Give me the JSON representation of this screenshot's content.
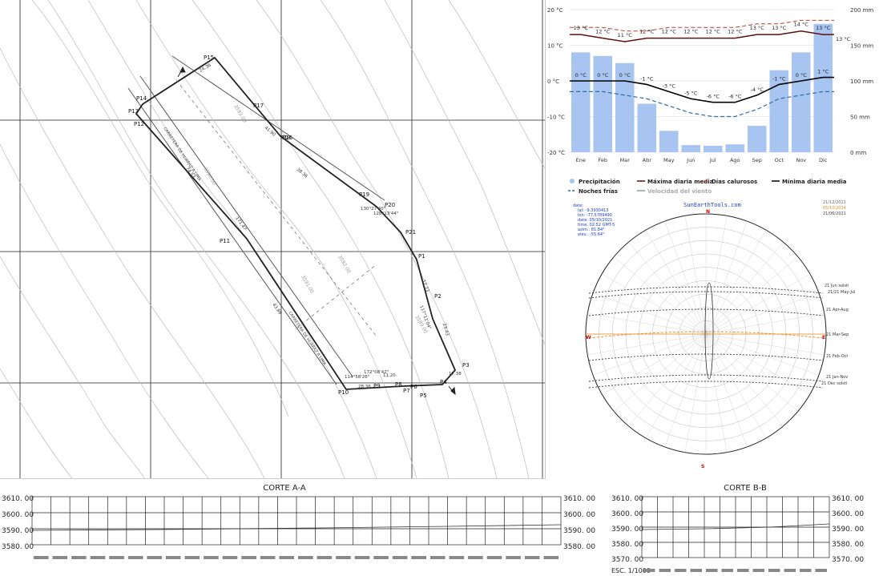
{
  "map": {
    "points": [
      "P1",
      "P2",
      "P3",
      "P4",
      "P5",
      "P6",
      "P7",
      "P8",
      "P9",
      "P10",
      "P11",
      "P12",
      "P13",
      "P14",
      "P15",
      "P16",
      "P17",
      "P18",
      "P19",
      "P20",
      "P21"
    ],
    "contours": [
      "3593.00",
      "3592.00",
      "3591.00",
      "3590.00",
      "3589.00"
    ],
    "road_label": "CARRETERA DE HUARAZ A LIMA",
    "distances": [
      "74.53",
      "171.47",
      "43.86",
      "38.36",
      "28.36",
      "12.73",
      "23.43",
      "17.38",
      "41.90",
      "11.20",
      "24.36"
    ],
    "angles": [
      "130°27'40\"",
      "128°13'44\"",
      "117°11'04\"",
      "114°58'26\"",
      "172°08'42\""
    ]
  },
  "chart_data": {
    "type": "bar",
    "categories": [
      "Ene",
      "Feb",
      "Mar",
      "Abr",
      "May",
      "Jun",
      "Jul",
      "Ago",
      "Sep",
      "Oct",
      "Nov",
      "Dic"
    ],
    "series": [
      {
        "name": "Precipitación",
        "values": [
          140,
          135,
          125,
          68,
          30,
          10,
          9,
          11,
          37,
          115,
          140,
          180
        ]
      },
      {
        "name": "Máxima diaria media",
        "values": [
          13,
          12,
          11,
          12,
          12,
          12,
          12,
          12,
          13,
          13,
          14,
          13
        ]
      },
      {
        "name": "Días calurosos",
        "values": [
          15,
          15,
          14,
          14,
          15,
          15,
          15,
          15,
          16,
          16,
          17,
          17
        ]
      },
      {
        "name": "Mínima diaria media",
        "values": [
          0,
          0,
          0,
          -1,
          -3,
          -5,
          -6,
          -6,
          -4,
          -1,
          0,
          1
        ]
      },
      {
        "name": "Noches frías",
        "values": [
          -3,
          -3,
          -4,
          -5,
          -7,
          -9,
          -10,
          -10,
          -8,
          -5,
          -4,
          -3
        ]
      }
    ],
    "max_labels": [
      "13 °C",
      "12 °C",
      "11 °C",
      "12 °C",
      "12 °C",
      "12 °C",
      "12 °C",
      "12 °C",
      "13 °C",
      "13 °C",
      "14 °C",
      "13 °C",
      "13 °C"
    ],
    "min_labels": [
      "0 °C",
      "0 °C",
      "0 °C",
      "-1 °C",
      "-3 °C",
      "-5 °C",
      "-6 °C",
      "-6 °C",
      "-4 °C",
      "-1 °C",
      "0 °C",
      "1 °C"
    ],
    "y_left_ticks": [
      "20 °C",
      "10 °C",
      "0 °C",
      "-10 °C",
      "-20 °C"
    ],
    "y_right_ticks": [
      "200 mm",
      "150 mm",
      "100 mm",
      "50 mm",
      "0 mm"
    ],
    "ylim_temp": [
      -20,
      20
    ],
    "ylim_precip": [
      0,
      200
    ],
    "legend": [
      "Precipitación",
      "Máxima diaria media",
      "Días calurosos",
      "Mínima diaria media",
      "Noches frías",
      "Velocidad del viento"
    ],
    "colors": {
      "bar": "#a8c4f0",
      "max": "#5c1010",
      "hot": "#c0392b",
      "min": "#000000",
      "cold": "#2e6da4",
      "wind": "#999999"
    }
  },
  "sun": {
    "title": "SunEarthTools.com",
    "info": [
      "date:",
      "lat: -9.3930413",
      "lon: -77.5789490",
      "date: 05/10/2021",
      "time: 02:52 GMT-5",
      "azim.: 81.84°",
      "elev.: -55.64°"
    ],
    "legend": [
      "21/12/2021",
      "05/10/2024",
      "21/06/2021"
    ],
    "cardinals": [
      "N",
      "E",
      "S",
      "W"
    ],
    "right_labels": [
      "21 Jun   solsti",
      "21/21 May-Jul",
      "21 Apr-Aug",
      "21 Mar-Sep",
      "21 Feb-Oct",
      "21 Jan-Nov",
      "21 Dec  solsti"
    ]
  },
  "corte_a": {
    "title": "CORTE A-A",
    "y_ticks": [
      "3610. 00",
      "3600. 00",
      "3590. 00",
      "3580. 00"
    ]
  },
  "corte_b": {
    "title": "CORTE B-B",
    "y_ticks": [
      "3610. 00",
      "3600. 00",
      "3590. 00",
      "3580. 00",
      "3570. 00"
    ],
    "scale": "ESC. 1/1000"
  }
}
